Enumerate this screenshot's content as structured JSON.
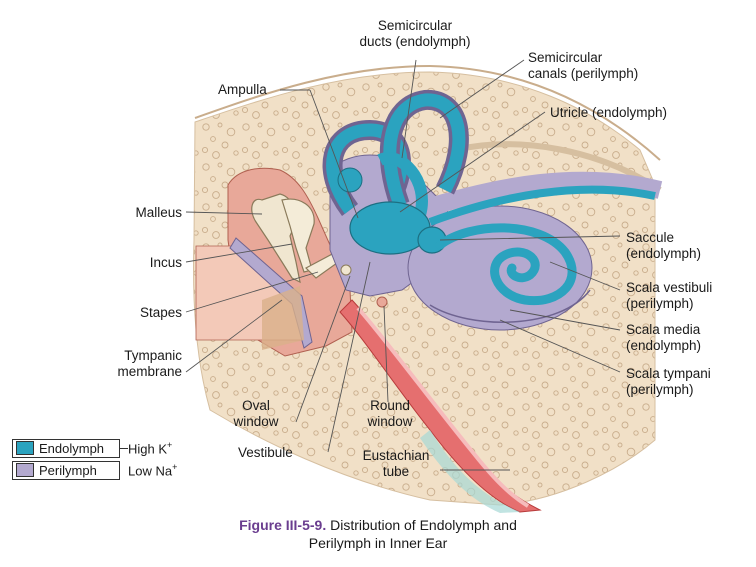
{
  "labels": {
    "semicircular_ducts": "Semicircular\nducts (endolymph)",
    "semicircular_canals": "Semicircular\ncanals (perilymph)",
    "ampulla": "Ampulla",
    "utricle": "Utricle (endolymph)",
    "malleus": "Malleus",
    "incus": "Incus",
    "saccule": "Saccule\n(endolymph)",
    "stapes": "Stapes",
    "scala_vestibuli": "Scala vestibuli\n(perilymph)",
    "tympanic_membrane": "Tympanic\nmembrane",
    "scala_media": "Scala media\n(endolymph)",
    "scala_tympani": "Scala tympani\n(perilymph)",
    "oval_window": "Oval\nwindow",
    "round_window": "Round\nwindow",
    "vestibule": "Vestibule",
    "eustachian_tube": "Eustachian\ntube"
  },
  "legend": {
    "endolymph": "Endolymph",
    "perilymph": "Perilymph",
    "high_k": "High K",
    "low_na": "Low Na",
    "plus": "+"
  },
  "caption": {
    "number": "Figure III-5-9.",
    "text": " Distribution of Endolymph and",
    "line2": "Perilymph in Inner Ear"
  },
  "colors": {
    "endolymph": "#2ba3bf",
    "perilymph": "#b3a9cf",
    "bone": "#f1e0c7",
    "ossicle": "#f0e6d0",
    "middle_ear": "#e8a899",
    "tube": "#e56f6f",
    "figure_accent": "#6a3d8f"
  }
}
